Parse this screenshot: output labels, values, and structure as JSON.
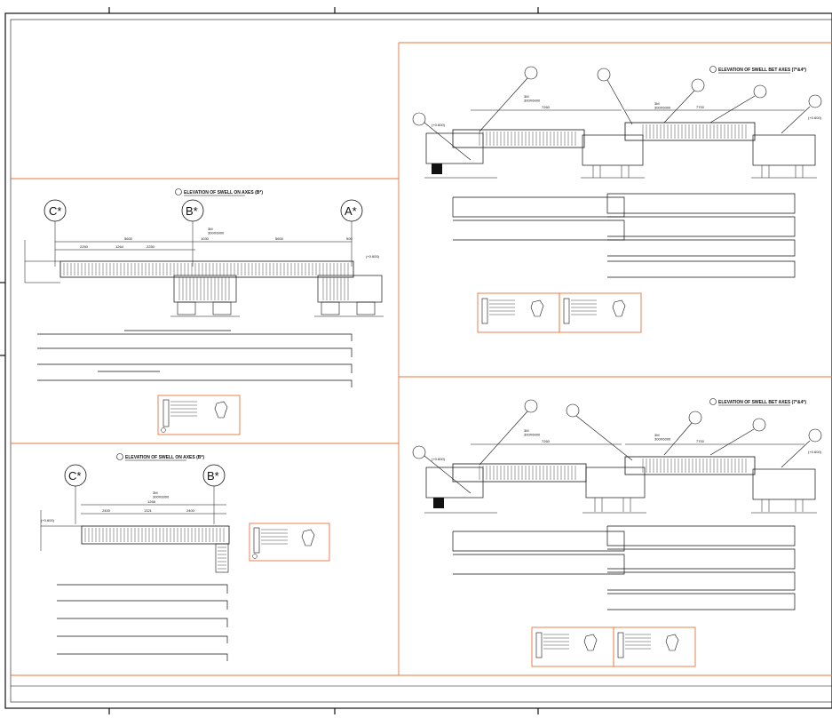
{
  "panels": {
    "axes_c_a": {
      "title": "ELEVATION OF SWELL ON AXES (B*)",
      "axis_labels": [
        "C*",
        "B*",
        "A*"
      ],
      "top_dims": [
        "5600",
        "5600"
      ],
      "sub_dims": [
        "2250",
        "1264",
        "2250",
        "1030"
      ],
      "dim_small": "900",
      "beam_label": "3M\n300X6000",
      "level": "(+0.600)"
    },
    "axes_c_b": {
      "title": "ELEVATION OF SWELL ON AXES (B*)",
      "axis_labels": [
        "C*",
        "B*"
      ],
      "top_dims": [
        "1268"
      ],
      "sub_dims": [
        "2400",
        "1321",
        "2400"
      ],
      "beam_label": "3M\n300X6000",
      "level": "(+0.600)"
    },
    "upper_right": {
      "title": "ELEVATION OF SWELL BET AXES (7*&4*)",
      "top_dims": [
        "7260",
        "7700"
      ],
      "beam_label": "3M\n300X6000",
      "level_left": "(+0.600)",
      "level_right": "(+0.600)"
    },
    "lower_right": {
      "title": "ELEVATION OF SWELL BET AXES (7*&4*)",
      "top_dims": [
        "7260",
        "7700"
      ],
      "beam_label": "3M\n300X6000",
      "level_left": "(+0.600)",
      "level_right": "(+0.600)"
    }
  },
  "colors": {
    "ink": "#111111",
    "frame_orange": "#e8763a"
  }
}
